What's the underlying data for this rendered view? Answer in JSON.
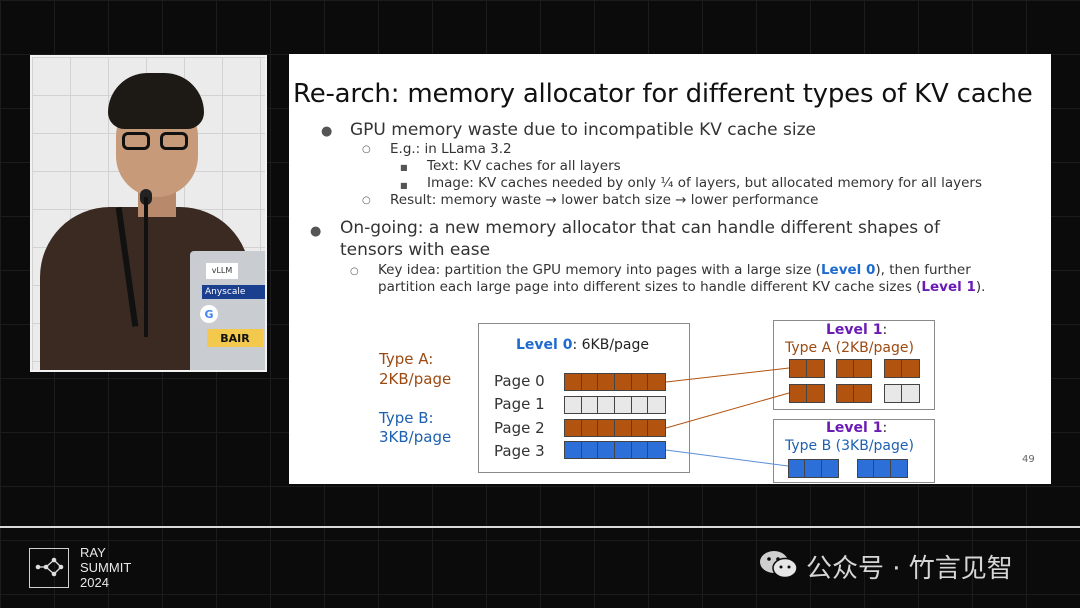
{
  "slide": {
    "title": "Re-arch: memory allocator for different types of KV cache",
    "bullets": {
      "b1": "GPU memory waste due to incompatible KV cache size",
      "b1_1": "E.g.: in LLama 3.2",
      "b1_1_1": "Text: KV caches for all layers",
      "b1_1_2": "Image: KV caches needed by only ¼ of layers, but allocated memory for all layers",
      "b1_2": "Result: memory waste → lower batch size → lower performance",
      "b2_line1": "On-going: a new memory allocator that can handle different shapes of",
      "b2_line2": "tensors with ease",
      "b2_1_pre": "Key idea: partition the GPU memory into pages with a large size (",
      "b2_1_lvl0": "Level 0",
      "b2_1_mid": "), then further",
      "b2_1_line2_pre": "partition each large page into different sizes to handle different KV cache sizes (",
      "b2_1_lvl1": "Level 1",
      "b2_1_end": ")."
    },
    "bullet_glyphs": {
      "dot": "●",
      "circle": "○",
      "square": "■"
    },
    "diagram": {
      "type_a_line1": "Type A:",
      "type_a_line2": "2KB/page",
      "type_b_line1": "Type B:",
      "type_b_line2": "3KB/page",
      "level0_label": "Level 0",
      "level0_rest": ": 6KB/page",
      "pages": [
        "Page 0",
        "Page 1",
        "Page 2",
        "Page 3"
      ],
      "level1_a_label": "Level 1",
      "level1_a_colon": ":",
      "level1_a_type": "Type A (2KB/page)",
      "level1_b_label": "Level 1",
      "level1_b_colon": ":",
      "level1_b_type": "Type B (3KB/page)"
    },
    "page_number": "49"
  },
  "colors": {
    "type_a": "#b2530f",
    "type_b": "#1e6bd0",
    "level_purple": "#6a1bb5",
    "empty_block": "#e8e8e8",
    "type_a_text": "#9c4a12",
    "type_b_text": "#1e60b0"
  },
  "video": {
    "sticker_vllm": "vLLM",
    "sticker_anyscale": "Anyscale",
    "sticker_google": "G",
    "sticker_bair": "BAIR"
  },
  "footer": {
    "brand_line1": "RAY",
    "brand_line2": "SUMMIT",
    "brand_line3": "2024",
    "watermark": "公众号 · 竹言见智",
    "logo_icon": "ray-network-icon",
    "watermark_icon": "wechat-icon"
  }
}
